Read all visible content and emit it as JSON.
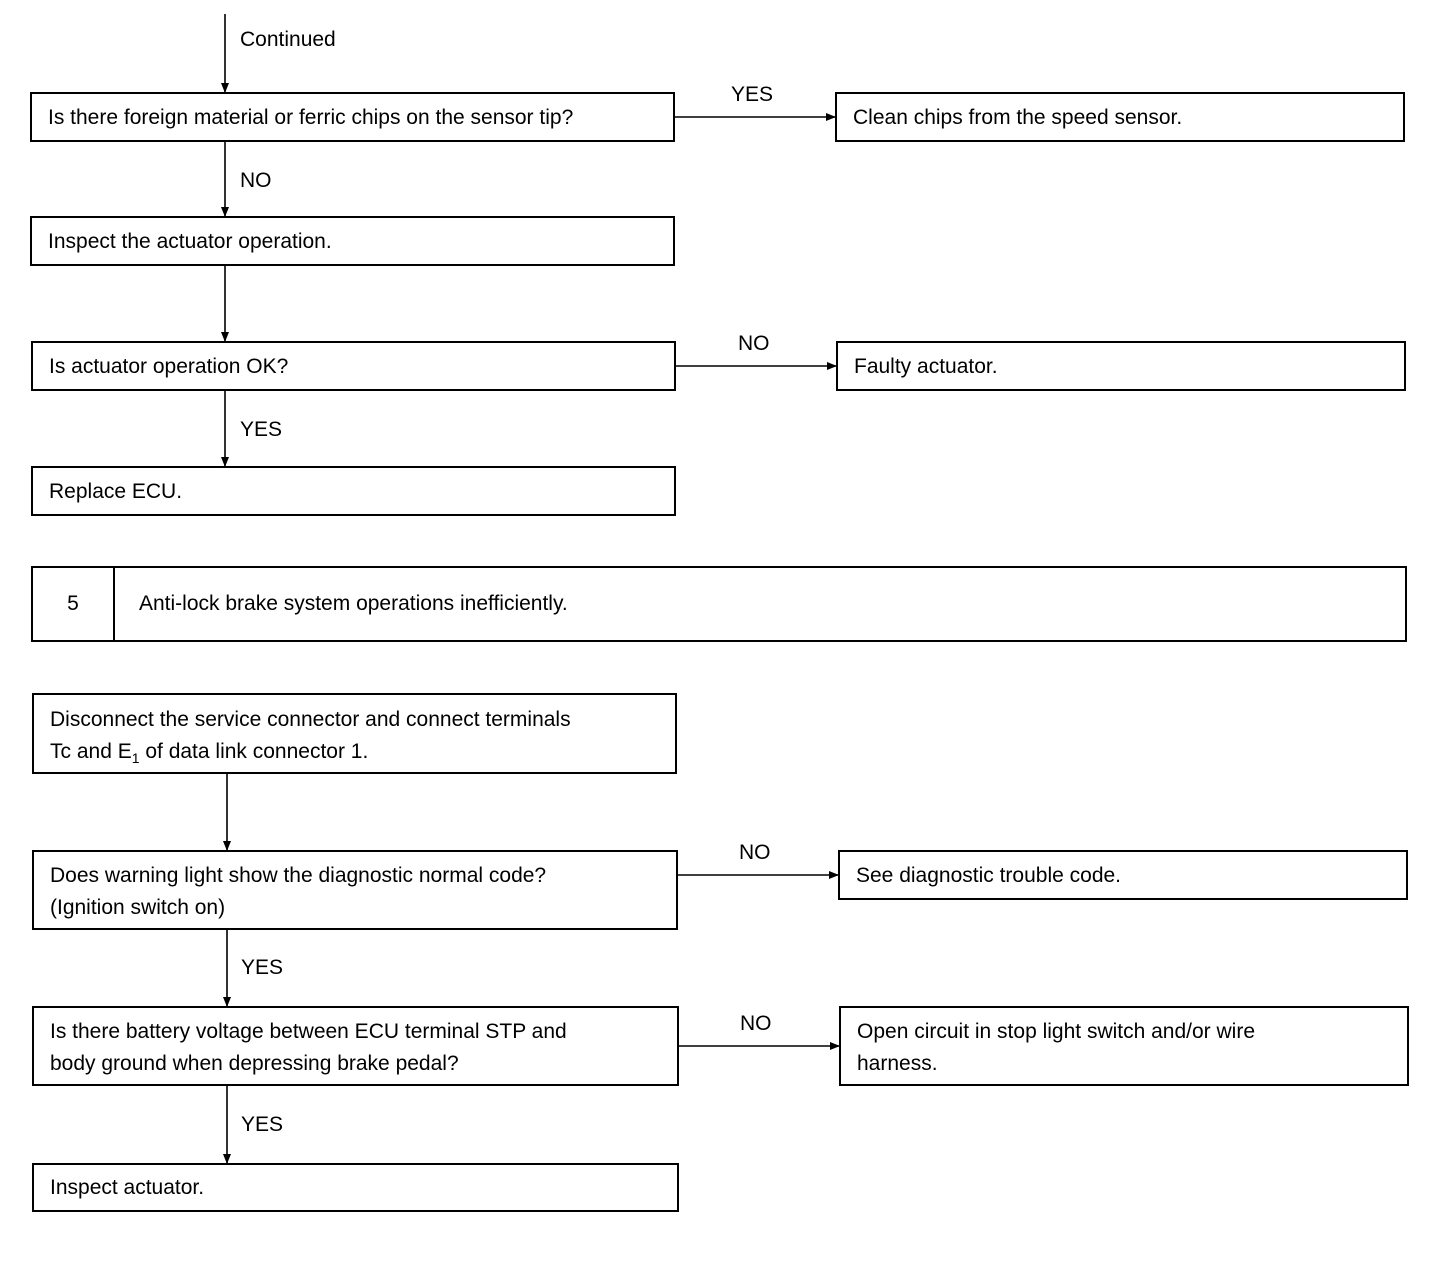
{
  "continued_label": "Continued",
  "part_a": {
    "q1": {
      "text": "Is there foreign material or ferric chips on the sensor tip?",
      "yes_label": "YES",
      "yes_result": "Clean chips from the speed sensor.",
      "no_label": "NO"
    },
    "step_inspect": "Inspect the actuator operation.",
    "q2": {
      "text": "Is actuator operation OK?",
      "no_label": "NO",
      "no_result": "Faulty actuator.",
      "yes_label": "YES"
    },
    "end": "Replace ECU."
  },
  "section5": {
    "number": "5",
    "title": "Anti-lock brake system operations inefficiently."
  },
  "part_b": {
    "step1": {
      "line1": "Disconnect the service connector and connect terminals",
      "line2_prefix": "Tc and E",
      "line2_sub": "1",
      "line2_suffix": " of data link connector 1."
    },
    "q3": {
      "line1": "Does warning light show the diagnostic normal code?",
      "line2": "(Ignition switch on)",
      "no_label": "NO",
      "no_result": "See diagnostic trouble code.",
      "yes_label": "YES"
    },
    "q4": {
      "line1": "Is there battery voltage between ECU terminal STP and",
      "line2": "body ground when depressing brake pedal?",
      "no_label": "NO",
      "no_result_line1": "Open circuit in stop light switch and/or wire",
      "no_result_line2": "harness.",
      "yes_label": "YES"
    },
    "end": "Inspect actuator."
  }
}
